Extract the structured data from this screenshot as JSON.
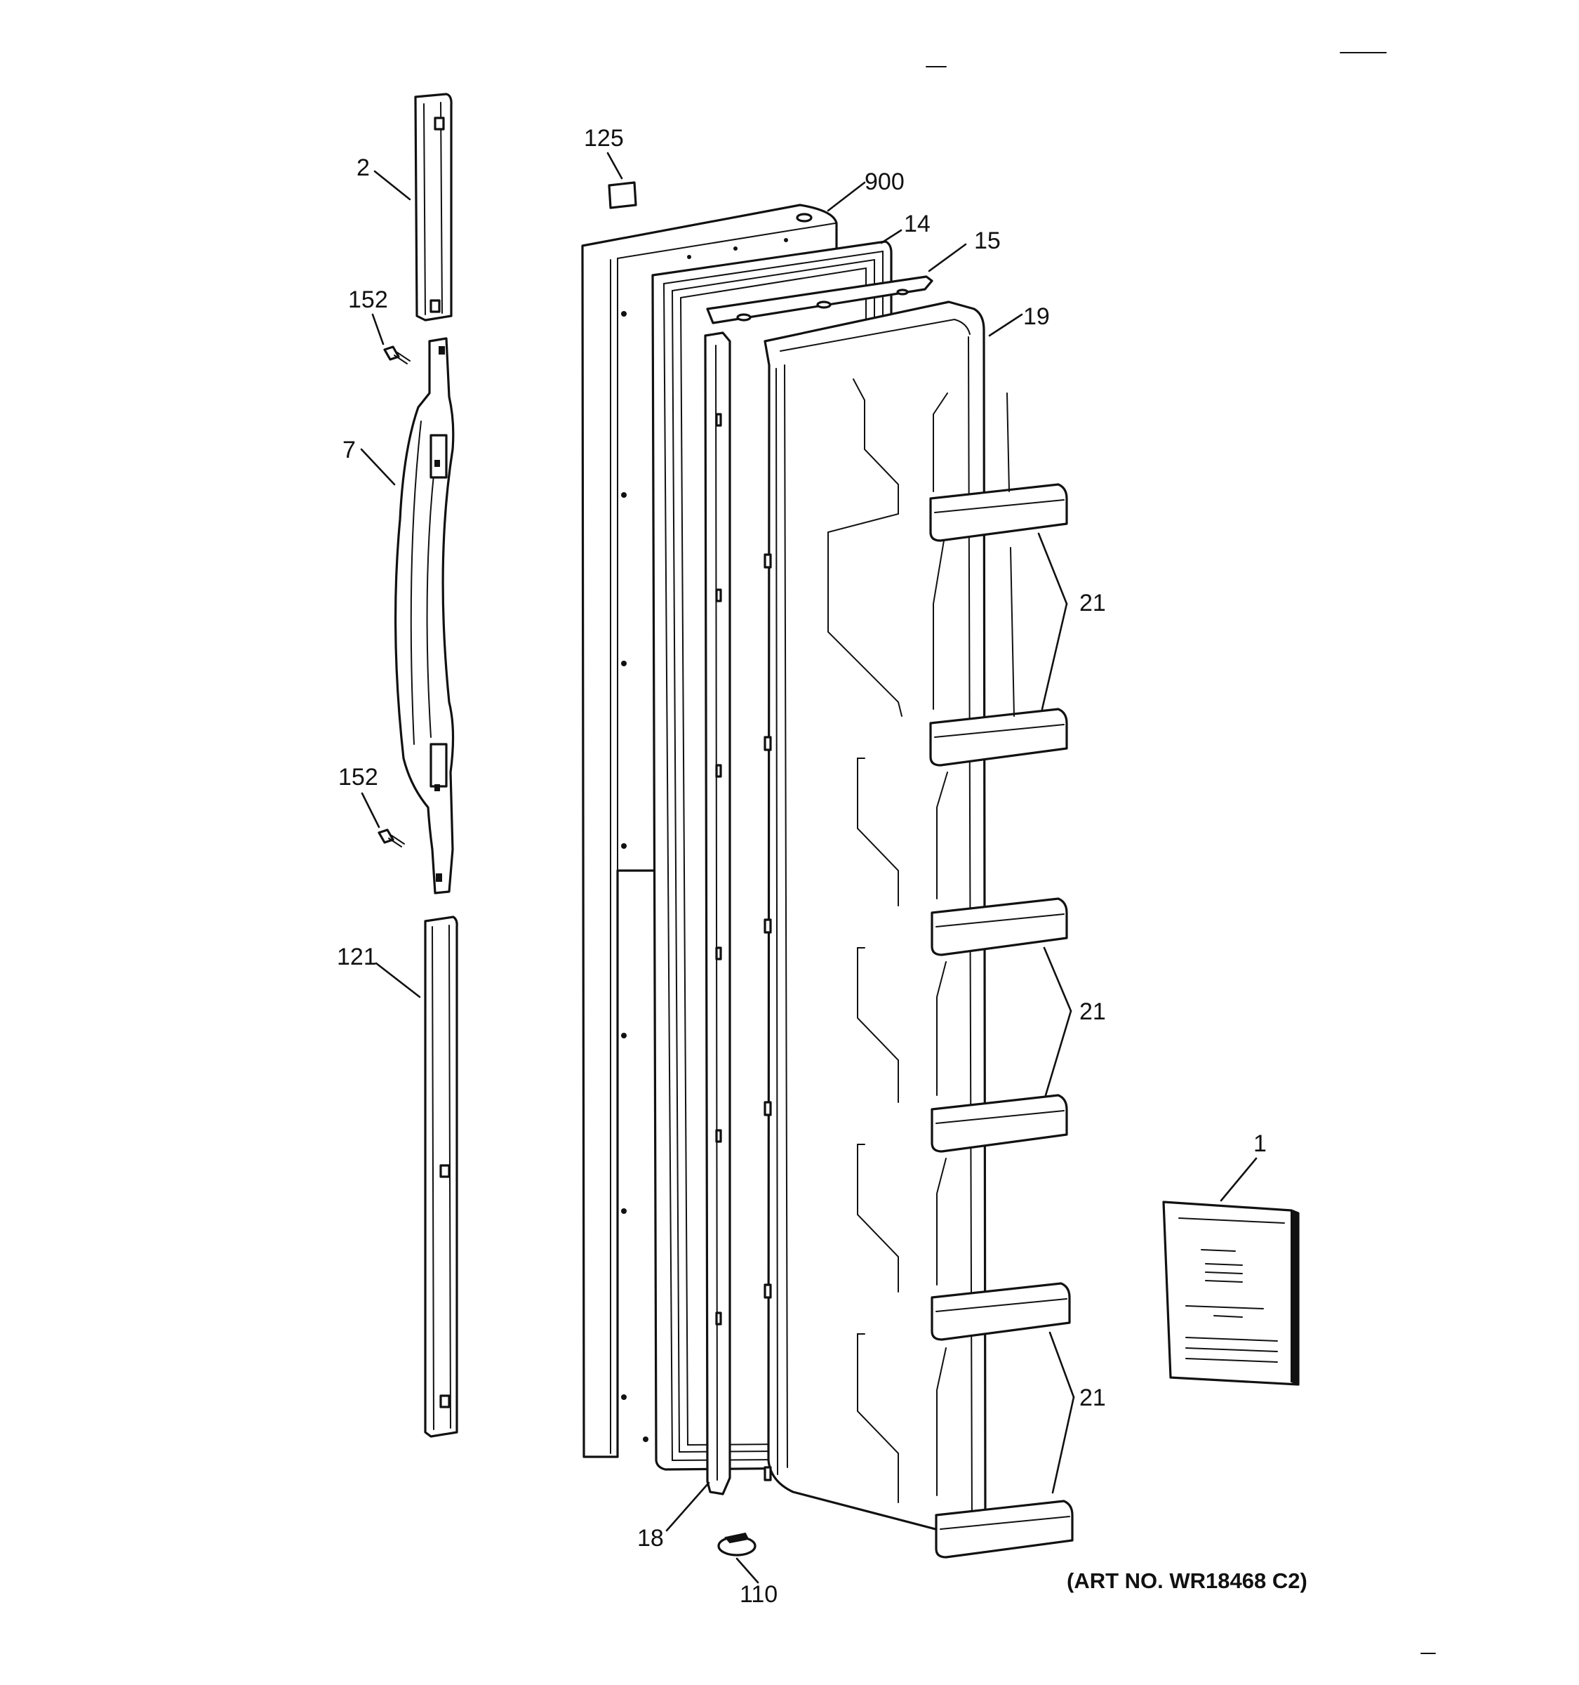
{
  "diagram": {
    "caption": "(ART NO. WR18468 C2)",
    "callouts": [
      {
        "id": "2",
        "text": "2"
      },
      {
        "id": "152a",
        "text": "152"
      },
      {
        "id": "7",
        "text": "7"
      },
      {
        "id": "152b",
        "text": "152"
      },
      {
        "id": "121",
        "text": "121"
      },
      {
        "id": "125",
        "text": "125"
      },
      {
        "id": "900",
        "text": "900"
      },
      {
        "id": "14",
        "text": "14"
      },
      {
        "id": "15",
        "text": "15"
      },
      {
        "id": "19",
        "text": "19"
      },
      {
        "id": "21a",
        "text": "21"
      },
      {
        "id": "21b",
        "text": "21"
      },
      {
        "id": "21c",
        "text": "21"
      },
      {
        "id": "1",
        "text": "1"
      },
      {
        "id": "18",
        "text": "18"
      },
      {
        "id": "110",
        "text": "110"
      }
    ]
  }
}
